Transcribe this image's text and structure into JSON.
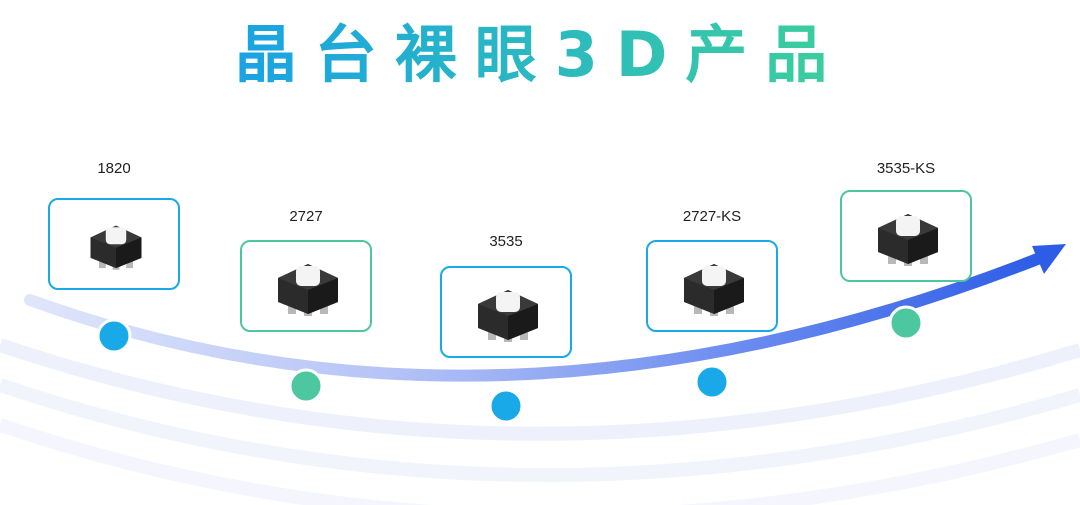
{
  "title": "晶台裸眼3D产品",
  "colors": {
    "blue": "#1aa9e8",
    "green": "#4dc79f",
    "title_start": "#19a3e4",
    "title_end": "#3ccf9c"
  },
  "products": [
    {
      "name": "1820",
      "accent": "blue",
      "icon": "led-chip-icon"
    },
    {
      "name": "2727",
      "accent": "green",
      "icon": "led-chip-icon"
    },
    {
      "name": "3535",
      "accent": "blue",
      "icon": "led-chip-icon"
    },
    {
      "name": "2727-KS",
      "accent": "blue",
      "icon": "led-chip-icon"
    },
    {
      "name": "3535-KS",
      "accent": "green",
      "icon": "led-chip-icon"
    }
  ]
}
